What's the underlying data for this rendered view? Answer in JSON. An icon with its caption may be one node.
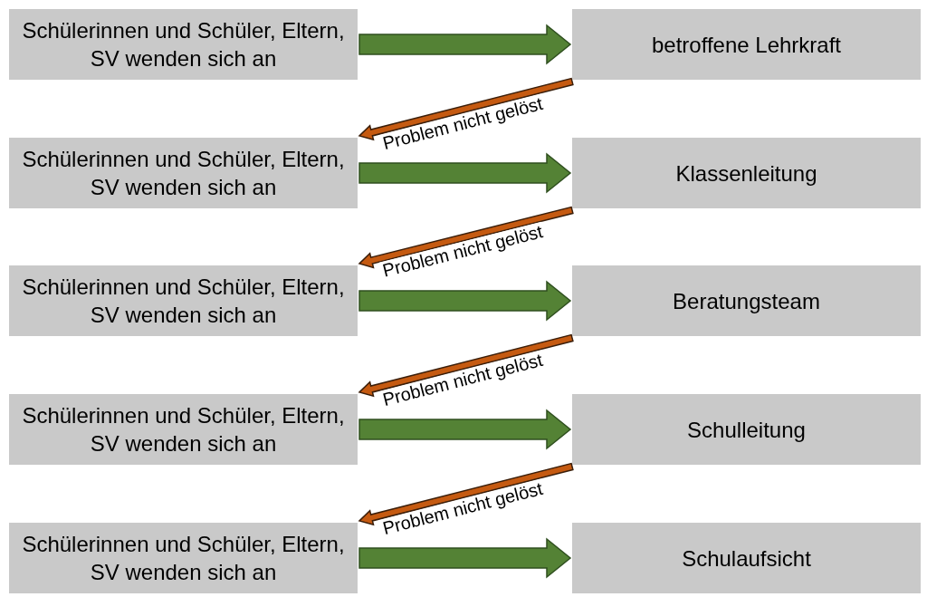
{
  "diagram": {
    "nodes": [
      {
        "text": [
          "Schülerinnen und Schüler, Eltern, SV wenden sich an"
        ]
      },
      {
        "text": [
          "betroffene Lehrkraft"
        ]
      },
      {
        "text": [
          "Schülerinnen und Schüler, Eltern, SV wenden sich an"
        ]
      },
      {
        "text": [
          "Klassenleitung"
        ]
      },
      {
        "text": [
          "Schülerinnen und Schüler, Eltern, SV wenden sich an"
        ]
      },
      {
        "text": [
          "Beratungsteam"
        ]
      },
      {
        "text": [
          "Schülerinnen und Schüler, Eltern, SV wenden sich an"
        ]
      },
      {
        "text": [
          "Schulleitung"
        ]
      },
      {
        "text": [
          "Schülerinnen und Schüler, Eltern, SV wenden sich an"
        ]
      },
      {
        "text": [
          "Schulaufsicht"
        ]
      }
    ],
    "edges": [
      {
        "from": 0,
        "to": 1,
        "arrow": "to",
        "style": "thick"
      },
      {
        "from": 1,
        "to": 2,
        "arrow": "to",
        "label": "Problem nicht gelöst",
        "color": "#c55a11"
      },
      {
        "from": 2,
        "to": 3,
        "arrow": "to",
        "style": "thick"
      },
      {
        "from": 3,
        "to": 4,
        "arrow": "to",
        "label": "Problem nicht gelöst",
        "color": "#c55a11"
      },
      {
        "from": 4,
        "to": 5,
        "arrow": "to",
        "style": "thick"
      },
      {
        "from": 5,
        "to": 6,
        "arrow": "to",
        "label": "Problem nicht gelöst",
        "color": "#c55a11"
      },
      {
        "from": 6,
        "to": 7,
        "arrow": "to",
        "style": "thick"
      },
      {
        "from": 7,
        "to": 8,
        "arrow": "to",
        "label": "Problem nicht gelöst",
        "color": "#c55a11"
      },
      {
        "from": 8,
        "to": 9,
        "arrow": "to",
        "style": "thick"
      }
    ]
  }
}
